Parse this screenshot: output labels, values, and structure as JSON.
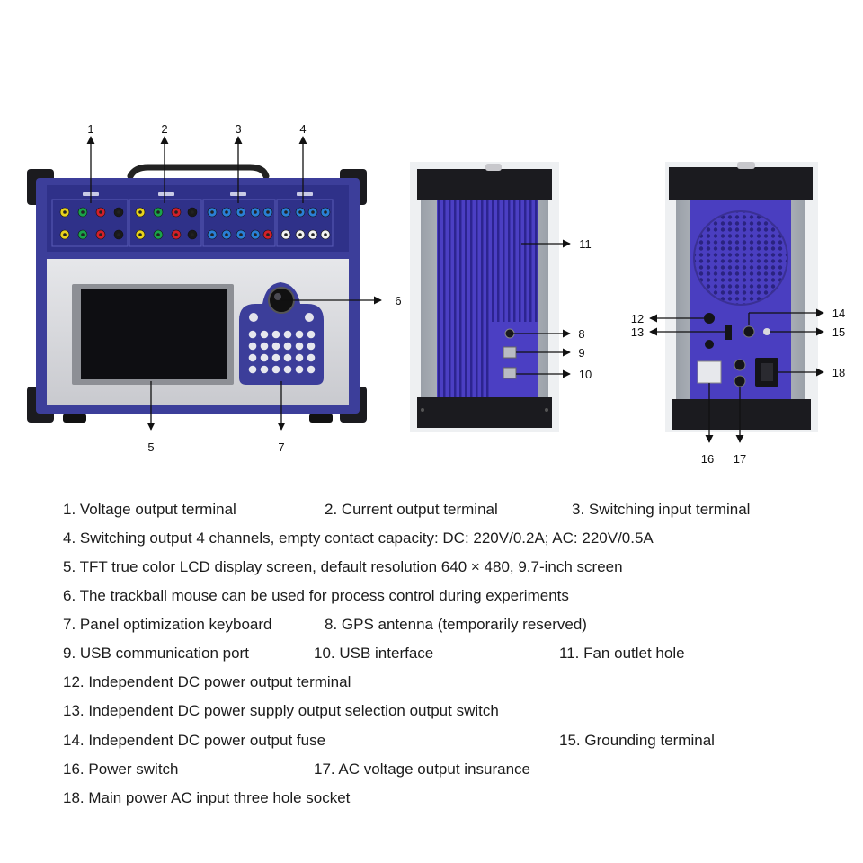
{
  "callouts": [
    "1",
    "2",
    "3",
    "4",
    "5",
    "6",
    "7",
    "8",
    "9",
    "10",
    "11",
    "12",
    "13",
    "14",
    "15",
    "16",
    "17",
    "18"
  ],
  "legend": [
    "1. Voltage output terminal",
    "2. Current output terminal",
    "3. Switching input terminal",
    "4. Switching output 4 channels, empty contact capacity: DC: 220V/0.2A; AC: 220V/0.5A",
    "5. TFT true color LCD display screen, default resolution 640 × 480, 9.7-inch screen",
    "6. The trackball mouse can be used for process control during experiments",
    "7. Panel optimization keyboard",
    "8. GPS antenna (temporarily reserved)",
    "9. USB communication port",
    "10. USB interface",
    "11. Fan outlet hole",
    "12. Independent DC power output terminal",
    "13. Independent DC power supply output selection output switch",
    "14. Independent DC power output fuse",
    "15. Grounding terminal",
    "16. Power switch",
    "17. AC voltage output insurance",
    "18. Main power AC input three hole socket"
  ],
  "colors": {
    "panel_blue": "#3c3e9a",
    "panel_grey": "#d9dade",
    "frame_black": "#1b1b1f",
    "side_purple": "#4a3ec0",
    "terminal_yellow": "#e8d21c",
    "terminal_green": "#1aa24a",
    "terminal_red": "#d2202a",
    "terminal_black": "#1a1a1a",
    "terminal_blue": "#2a7fd6",
    "terminal_white": "#f2f2f2"
  }
}
